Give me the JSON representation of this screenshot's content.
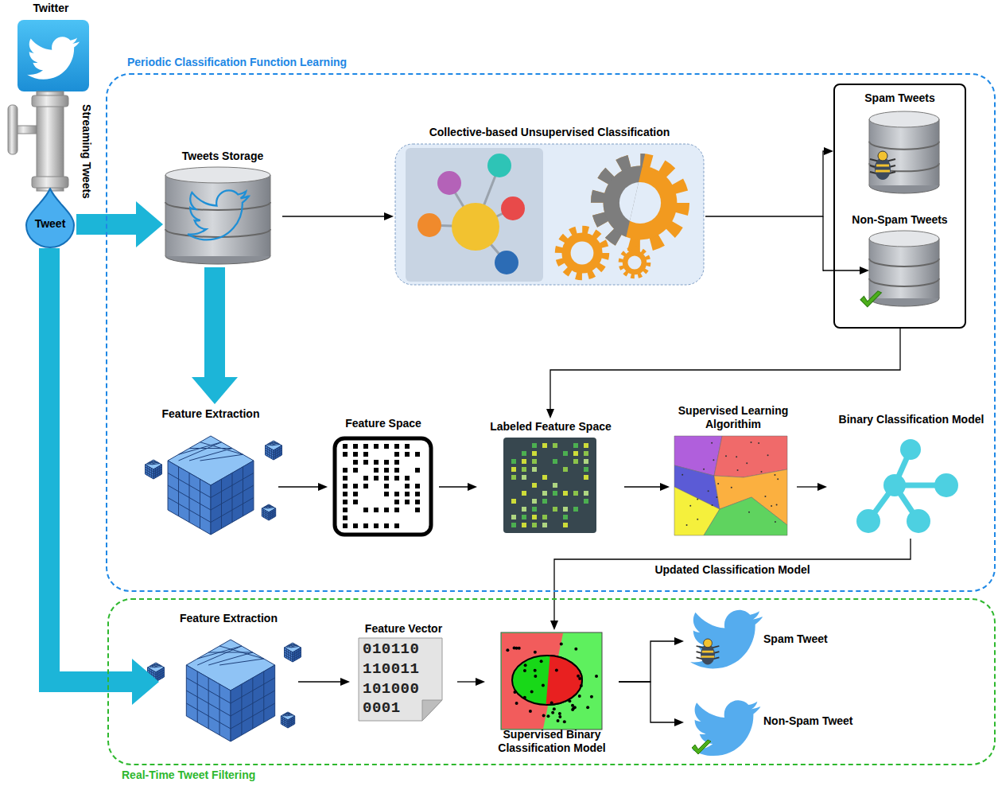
{
  "diagram": {
    "nodes": [
      {
        "text": [
          "Twitter"
        ]
      },
      {
        "text": [
          "Tweet"
        ]
      },
      {
        "text": [
          "Periodic Classification Function Learning"
        ]
      },
      {
        "text": [
          "Tweets Storage"
        ],
        "in": 2
      },
      {
        "text": [
          "Collective-based Unsupervised Classification"
        ],
        "in": 2
      },
      {
        "text": [
          "Spam Tweets",
          "Non-Spam Tweets"
        ],
        "in": 2
      },
      {
        "text": [
          "Feature Extraction"
        ],
        "in": 2
      },
      {
        "text": [
          "Feature Space"
        ],
        "in": 2
      },
      {
        "text": [
          "Labeled Feature Space"
        ],
        "in": 2
      },
      {
        "text": [
          "Supervised Learning Algorithim"
        ],
        "in": 2
      },
      {
        "text": [
          "Binary Classification Model"
        ],
        "in": 2
      },
      {
        "text": [
          "Real-Time Tweet Filtering"
        ]
      },
      {
        "text": [
          "Feature Extraction"
        ],
        "in": 11
      },
      {
        "text": [
          "Feature Vector"
        ],
        "in": 11
      },
      {
        "text": [
          "Supervised Binary Classification Model"
        ],
        "in": 11
      },
      {
        "text": [
          "Spam Tweet"
        ],
        "in": 11
      },
      {
        "text": [
          "Non-Spam Tweet"
        ],
        "in": 11
      }
    ],
    "edges": [
      {
        "from": 1,
        "to": 3,
        "arrow": "to"
      },
      {
        "from": 3,
        "to": 4,
        "arrow": "to"
      },
      {
        "from": 4,
        "to": 5,
        "arrow": "to"
      },
      {
        "from": 3,
        "to": 6,
        "arrow": "to"
      },
      {
        "from": 5,
        "to": 8,
        "arrow": "to"
      },
      {
        "from": 6,
        "to": 7,
        "arrow": "to"
      },
      {
        "from": 7,
        "to": 8,
        "arrow": "to"
      },
      {
        "from": 8,
        "to": 9,
        "arrow": "to"
      },
      {
        "from": 9,
        "to": 10,
        "arrow": "to"
      },
      {
        "from": 10,
        "to": 14,
        "label": "Updated Classification Model",
        "arrow": "to"
      },
      {
        "from": 1,
        "to": 12,
        "arrow": "to"
      },
      {
        "from": 12,
        "to": 13,
        "arrow": "to"
      },
      {
        "from": 13,
        "to": 14,
        "arrow": "to"
      },
      {
        "from": 14,
        "to": 15,
        "arrow": "to"
      },
      {
        "from": 14,
        "to": 16,
        "arrow": "to"
      }
    ],
    "labels": [
      "Streaming Tweets",
      "010110",
      "110011",
      "101000",
      "0001"
    ]
  }
}
